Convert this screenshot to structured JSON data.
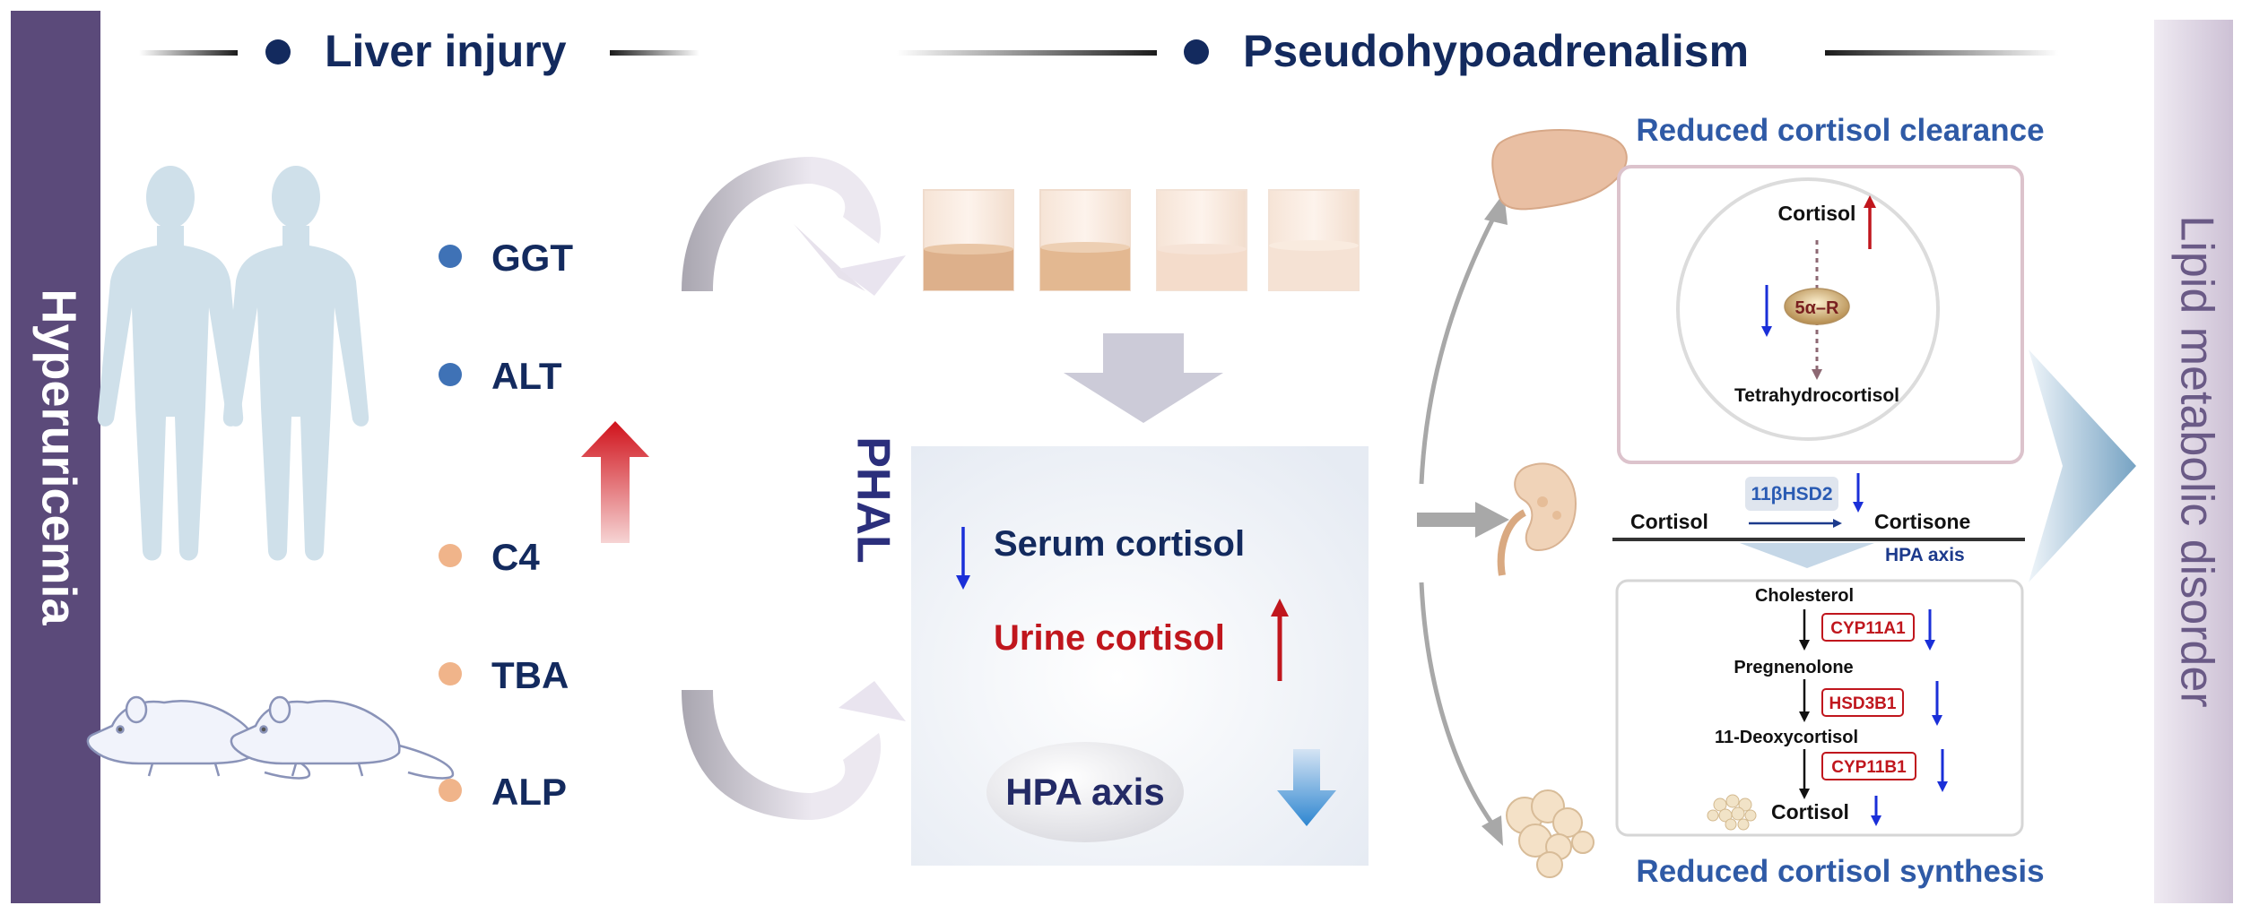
{
  "left_bar": {
    "label": "Hyperuricemia"
  },
  "right_bar": {
    "label": "Lipid metabolic disorder"
  },
  "sections": {
    "liver_injury": "Liver injury",
    "pseudo": "Pseudohypoadrenalism"
  },
  "markers": [
    {
      "label": "GGT",
      "color": "#3f72b6"
    },
    {
      "label": "ALT",
      "color": "#3f72b6"
    },
    {
      "label": "C4",
      "color": "#f0b48a"
    },
    {
      "label": "TBA",
      "color": "#f0b48a"
    },
    {
      "label": "ALP",
      "color": "#f0b48a"
    }
  ],
  "phal": "PHAL",
  "center": {
    "serum": "Serum cortisol",
    "urine": "Urine cortisol",
    "hpa": "HPA axis"
  },
  "right_panel": {
    "clearance_title": "Reduced cortisol clearance",
    "synthesis_title": "Reduced cortisol synthesis",
    "circle": {
      "cortisol": "Cortisol",
      "enzyme": "5α–R",
      "product": "Tetrahydrocortisol"
    },
    "mid": {
      "enzyme": "11βHSD2",
      "left": "Cortisol",
      "right": "Cortisone",
      "hpa": "HPA axis"
    },
    "pathway": [
      {
        "compound": "Cholesterol",
        "enzyme": "CYP11A1"
      },
      {
        "compound": "Pregnenolone",
        "enzyme": "HSD3B1"
      },
      {
        "compound": "11-Deoxycortisol",
        "enzyme": "CYP11B1"
      },
      {
        "compound": "Cortisol",
        "enzyme": ""
      }
    ]
  },
  "colors": {
    "navy": "#132a5e",
    "purple_bar": "#5b4a7a",
    "red": "#c0161d",
    "blue_arrow": "#1a2fd8",
    "title_blue": "#2f5aa6"
  }
}
